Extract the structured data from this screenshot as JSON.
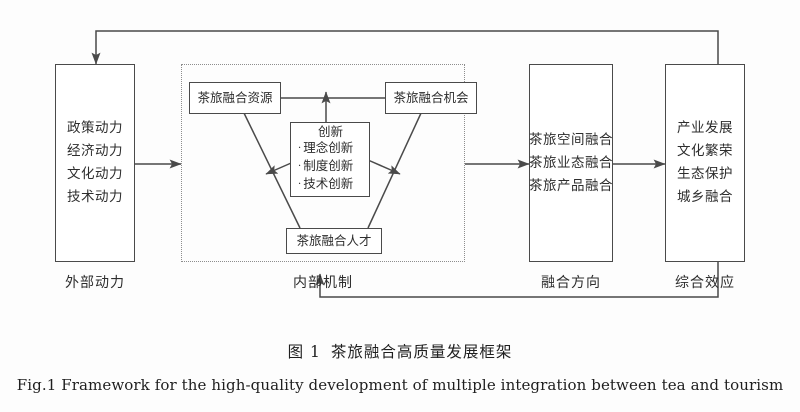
{
  "figure": {
    "caption_cn_number": "图 1",
    "caption_cn_title": "茶旅融合高质量发展框架",
    "caption_en": "Fig.1 Framework for the high-quality development of multiple integration between tea and tourism",
    "line_color": "#4a4a4a",
    "text_color": "#2d2d2d",
    "background": "#fdfdfd"
  },
  "stages": [
    {
      "id": "external",
      "label": "外部动力"
    },
    {
      "id": "internal",
      "label": "内部机制"
    },
    {
      "id": "direction",
      "label": "融合方向"
    },
    {
      "id": "effect",
      "label": "综合效应"
    }
  ],
  "external_drivers": {
    "title": "外部动力",
    "items": [
      "政策动力",
      "经济动力",
      "文化动力",
      "技术动力"
    ]
  },
  "internal_mechanism": {
    "title": "内部机制",
    "resources_box": "茶旅融合资源",
    "opportunity_box": "茶旅融合机会",
    "talent_box": "茶旅融合人才",
    "innovation": {
      "heading": "创新",
      "bullet_char": "·",
      "items": [
        "理念创新",
        "制度创新",
        "技术创新"
      ]
    }
  },
  "integration_direction": {
    "title": "融合方向",
    "items": [
      "茶旅空间融合",
      "茶旅业态融合",
      "茶旅产品融合"
    ]
  },
  "comprehensive_effect": {
    "title": "综合效应",
    "items": [
      "产业发展",
      "文化繁荣",
      "生态保护",
      "城乡融合"
    ]
  }
}
